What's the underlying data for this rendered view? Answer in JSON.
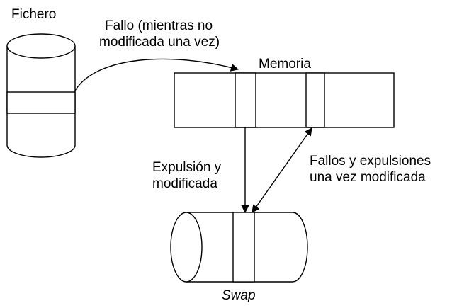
{
  "file": {
    "label": "Fichero"
  },
  "memory": {
    "label": "Memoria"
  },
  "swap": {
    "label": "Swap"
  },
  "edges": {
    "fault_read": {
      "line1": "Fallo (mientras no",
      "line2": "modificada una vez)"
    },
    "evict_modified": {
      "line1": "Expulsión y",
      "line2": "modificada"
    },
    "faults_and_evictions": {
      "line1": "Fallos y expulsiones",
      "line2": "una vez modificada"
    }
  },
  "colors": {
    "stroke": "#000000",
    "background": "#ffffff"
  }
}
